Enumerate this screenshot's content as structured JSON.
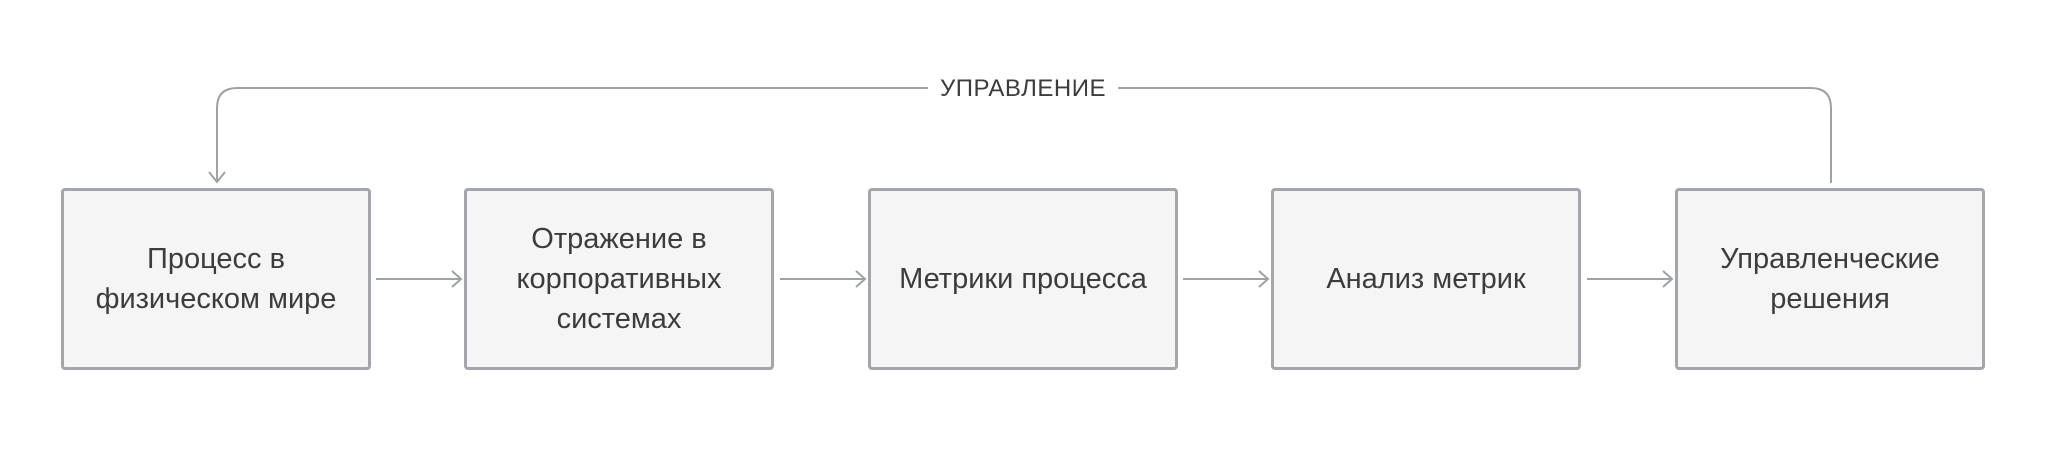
{
  "diagram": {
    "loop_label": "УПРАВЛЕНИЕ",
    "steps": [
      {
        "label": "Процесс в\nфизическом мире"
      },
      {
        "label": "Отражение в\nкорпоративных\nсистемах"
      },
      {
        "label": "Метрики процесса"
      },
      {
        "label": "Анализ метрик"
      },
      {
        "label": "Управленческие\nрешения"
      }
    ],
    "colors": {
      "box_fill": "#f5f5f5",
      "box_border": "#a3a6ab",
      "connector": "#9ea1a6",
      "text": "#3c3c3c"
    }
  }
}
